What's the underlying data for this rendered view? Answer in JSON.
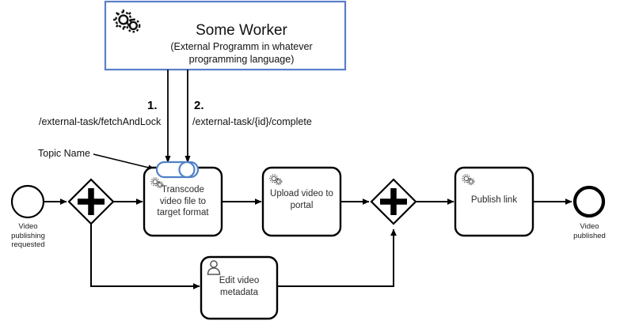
{
  "diagram": {
    "type": "bpmn-process",
    "title": "Video publishing external task process",
    "colors": {
      "worker_box_border": "#5B7FC7",
      "topic_badge": "#4F81C7",
      "stroke": "#000000",
      "task_text": "#2b2b2b",
      "background": "#FFFFFF"
    },
    "worker": {
      "title": "Some Worker",
      "subtitle": "(External Programm in whatever\nprogramming language)",
      "icon": "gears-icon"
    },
    "calls": [
      {
        "number": "1.",
        "endpoint": "/external-task/fetchAndLock"
      },
      {
        "number": "2.",
        "endpoint": "/external-task/{id}/complete"
      }
    ],
    "annotations": [
      {
        "label": "Topic Name",
        "target": "task-transcode"
      }
    ],
    "events": [
      {
        "id": "start-event",
        "kind": "start",
        "label": "Video\npublishing\nrequested"
      },
      {
        "id": "end-event",
        "kind": "end",
        "label": "Video\npublished"
      }
    ],
    "gateways": [
      {
        "id": "gateway-split",
        "kind": "parallel",
        "symbol": "plus"
      },
      {
        "id": "gateway-join",
        "kind": "parallel",
        "symbol": "plus"
      }
    ],
    "tasks": [
      {
        "id": "task-transcode",
        "label": "Transcode\nvideo file to\ntarget format",
        "icon": "gears-icon",
        "type": "service-task",
        "has_topic_badge": true
      },
      {
        "id": "task-upload",
        "label": "Upload video to\nportal",
        "icon": "gears-icon",
        "type": "service-task",
        "has_topic_badge": false
      },
      {
        "id": "task-publish",
        "label": "Publish link",
        "icon": "gears-icon",
        "type": "service-task",
        "has_topic_badge": false
      },
      {
        "id": "task-edit-metadata",
        "label": "Edit video\nmetadata",
        "icon": "user-icon",
        "type": "user-task",
        "has_topic_badge": false
      }
    ]
  }
}
